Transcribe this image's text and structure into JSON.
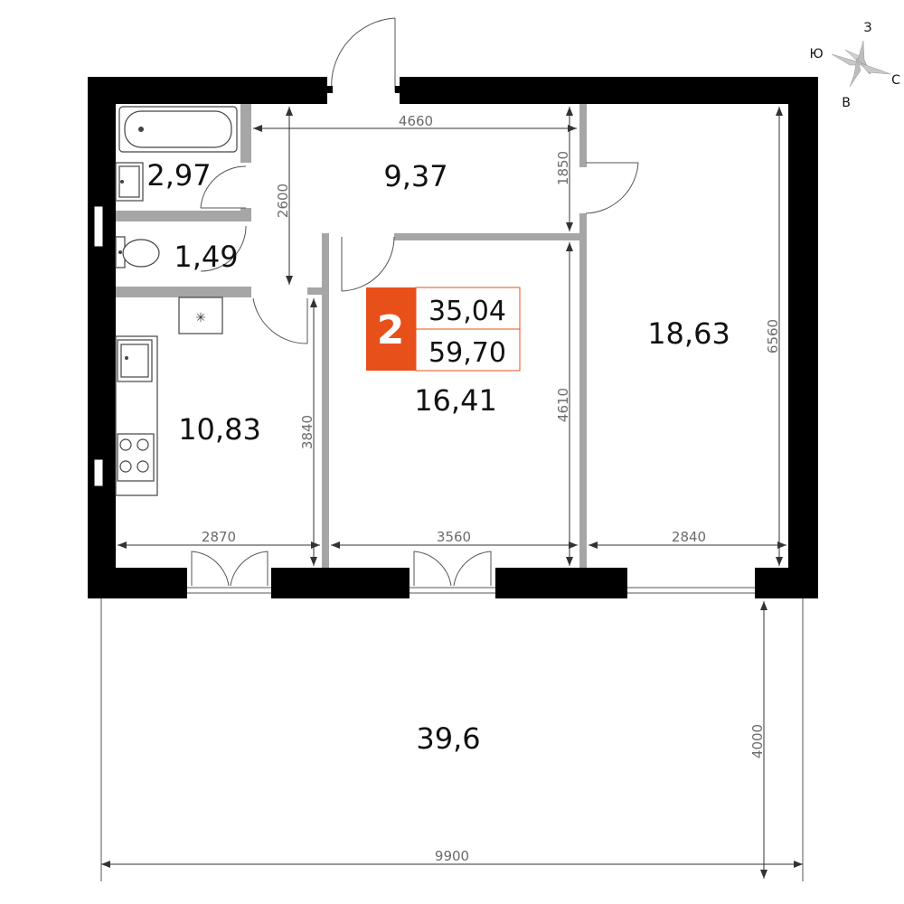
{
  "compass": {
    "north": "С",
    "south": "Ю",
    "east": "В",
    "west": "З"
  },
  "badge": {
    "rooms": "2",
    "living_area": "35,04",
    "total_area": "59,70",
    "color": "#E8501A"
  },
  "rooms": {
    "bathroom": "2,97",
    "toilet": "1,49",
    "hallway": "9,37",
    "kitchen": "10,83",
    "bedroom": "16,41",
    "living_room": "18,63",
    "terrace": "39,6"
  },
  "dimensions": {
    "hall_width": "4660",
    "hall_depth": "1850",
    "bath_height": "2600",
    "kitchen_height": "3840",
    "bedroom_height": "4610",
    "living_height": "6560",
    "kitchen_width": "2870",
    "bedroom_width": "3560",
    "living_width": "2840",
    "terrace_depth": "4000",
    "total_width": "9900"
  }
}
